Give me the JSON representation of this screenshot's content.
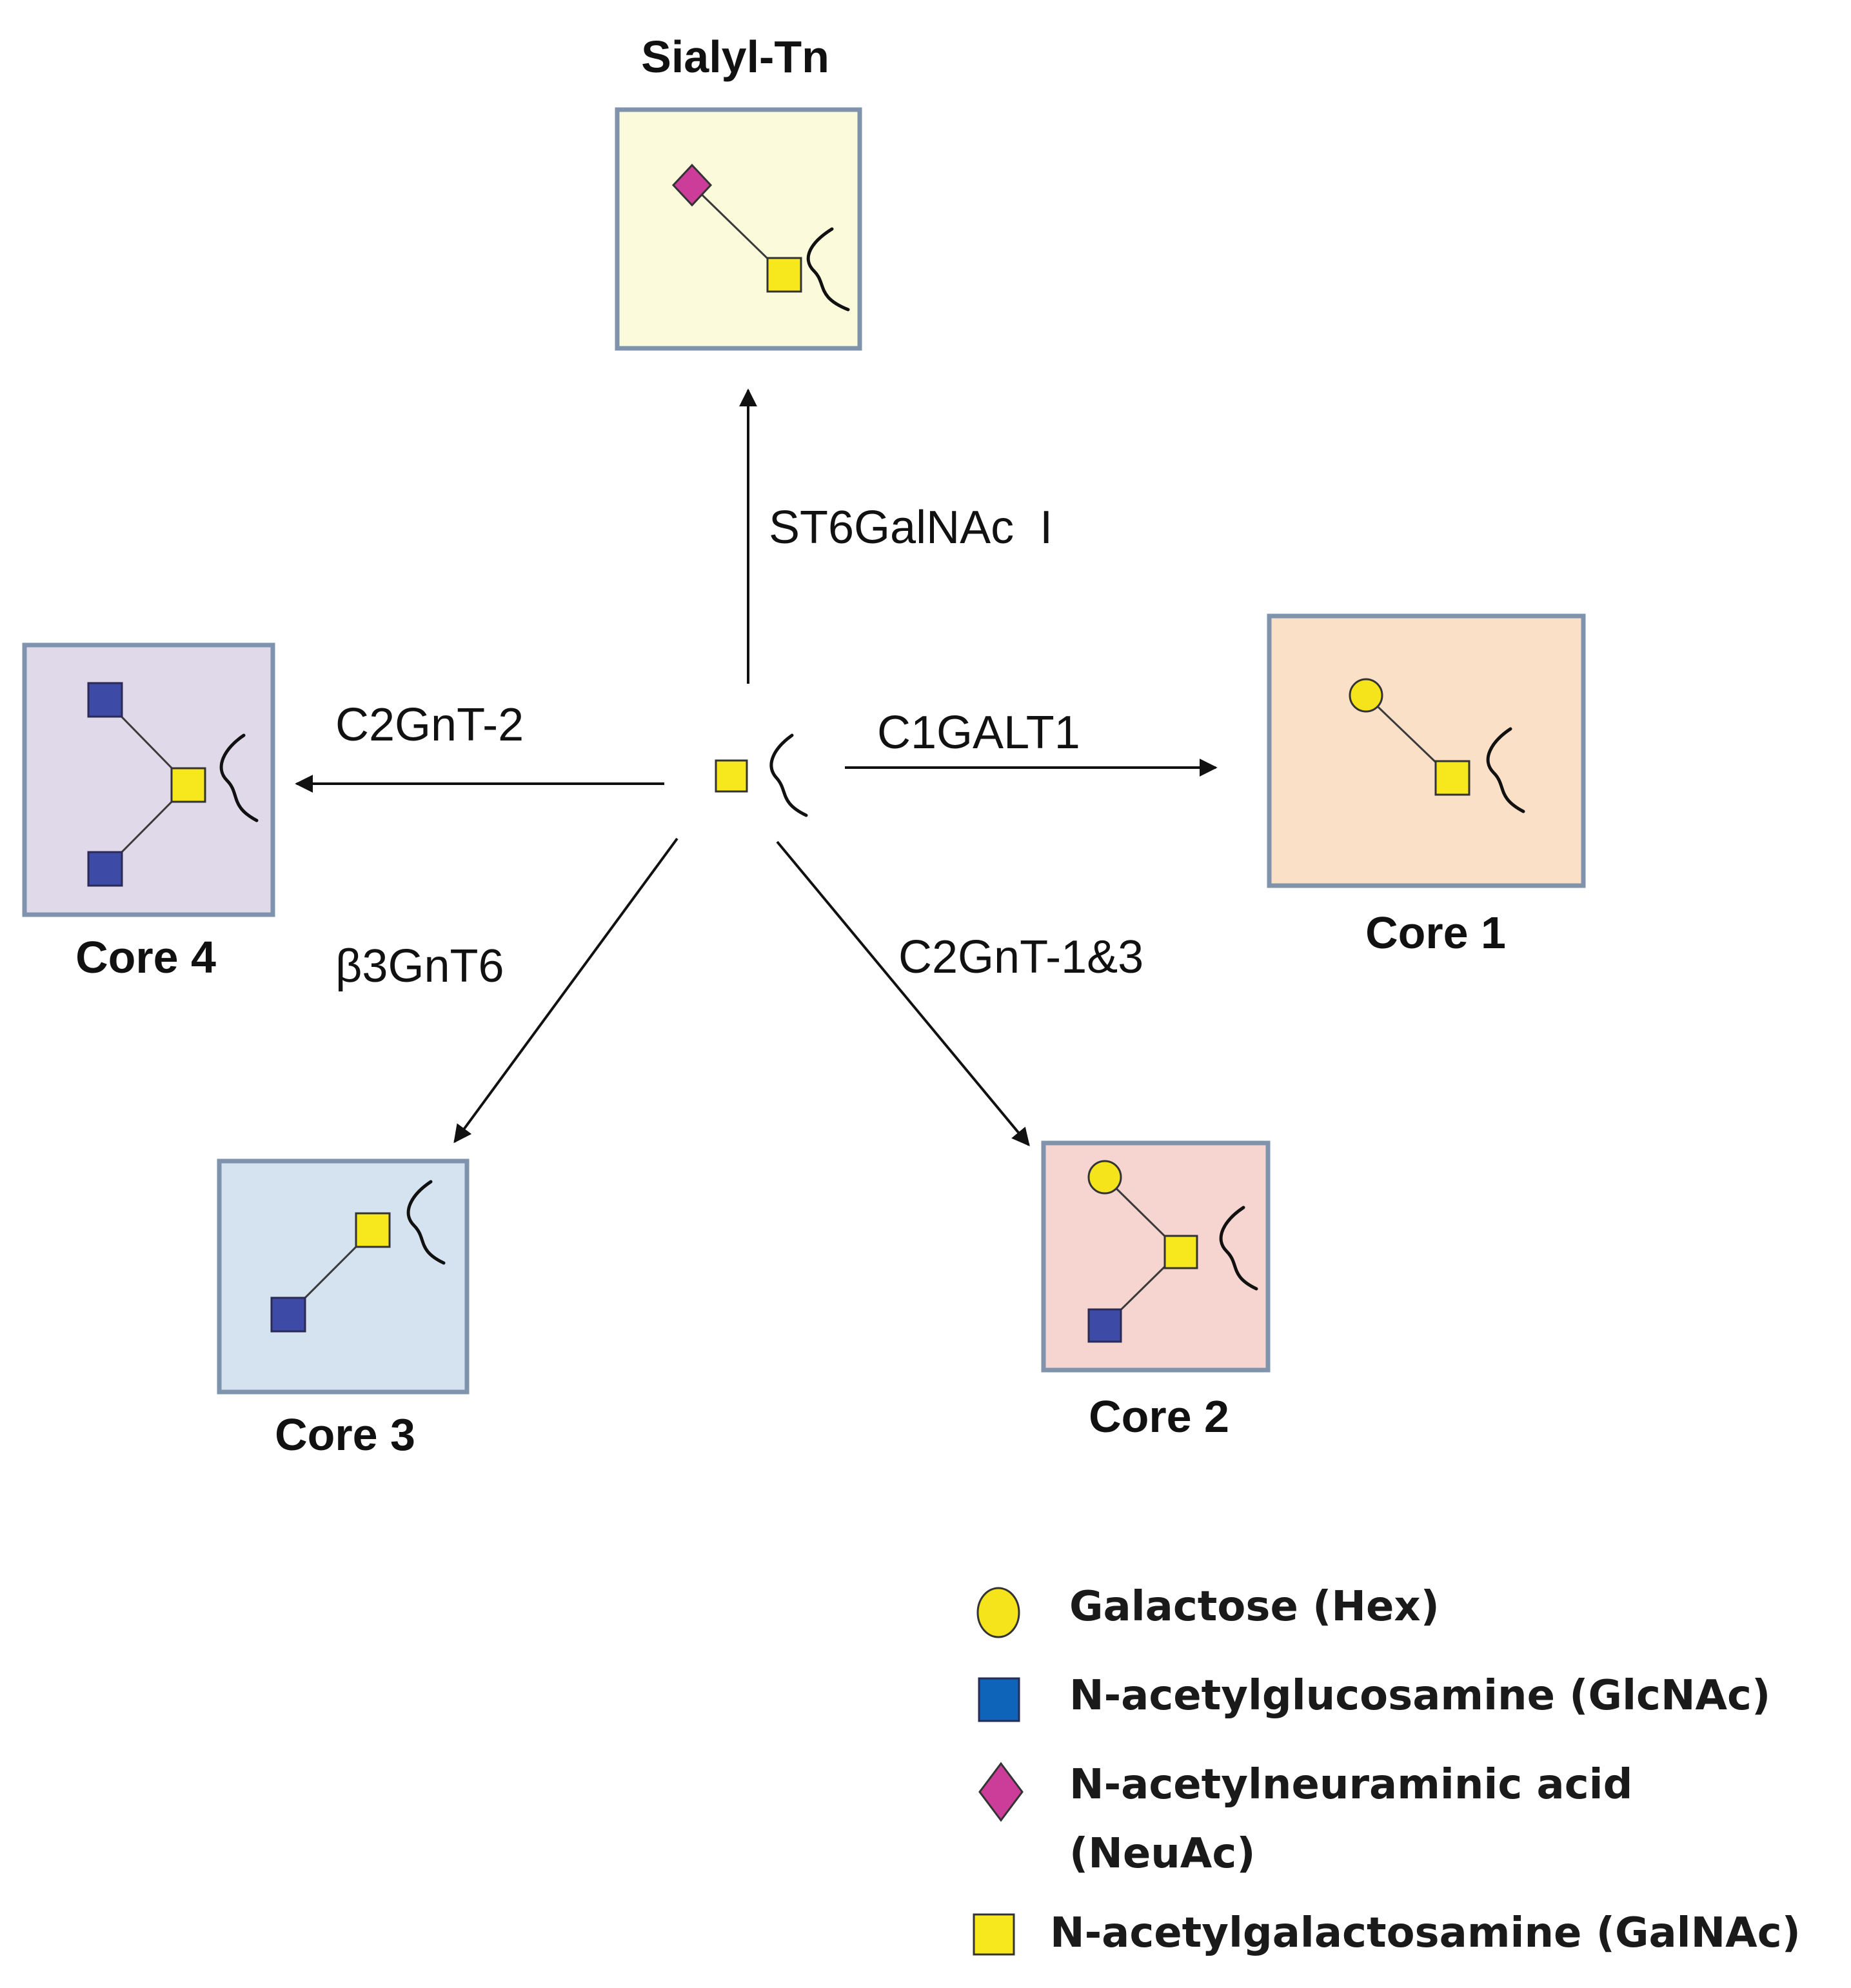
{
  "colors": {
    "galnac": "#f7e81e",
    "galactose": "#f5e31c",
    "glcnac_box": "#3d4aa6",
    "glcnac_legend": "#0d64b8",
    "neuac": "#cc3d99",
    "box_sialyl_tn": "#fbfbdc",
    "box_core1": "#fbe0c8",
    "box_core2": "#f6d5d1",
    "box_core3": "#d5e2ef",
    "box_core4": "#e0d9e9",
    "box_border": "#7f93ad"
  },
  "center": {
    "residue": "GalNAc",
    "icon": "galnac-square-icon"
  },
  "products": {
    "sialyl_tn": "Sialyl-Tn",
    "core1": "Core 1",
    "core2": "Core 2",
    "core3": "Core 3",
    "core4": "Core 4"
  },
  "enzymes": {
    "st6galnac": "ST6GalNAc  I",
    "c1galt1": "C1GALT1",
    "c2gnt2": "C2GnT-2",
    "b3gnt6": "β3GnT6",
    "c2gnt13": "C2GnT-1&3"
  },
  "legend": {
    "galactose": "Galactose (Hex)",
    "glcnac": "N-acetylglucosamine (GlcNAc)",
    "neuac_line1": "N-acetylneuraminic acid",
    "neuac_line2": "(NeuAc)",
    "galnac": "N-acetylgalactosamine (GalNAc)"
  }
}
